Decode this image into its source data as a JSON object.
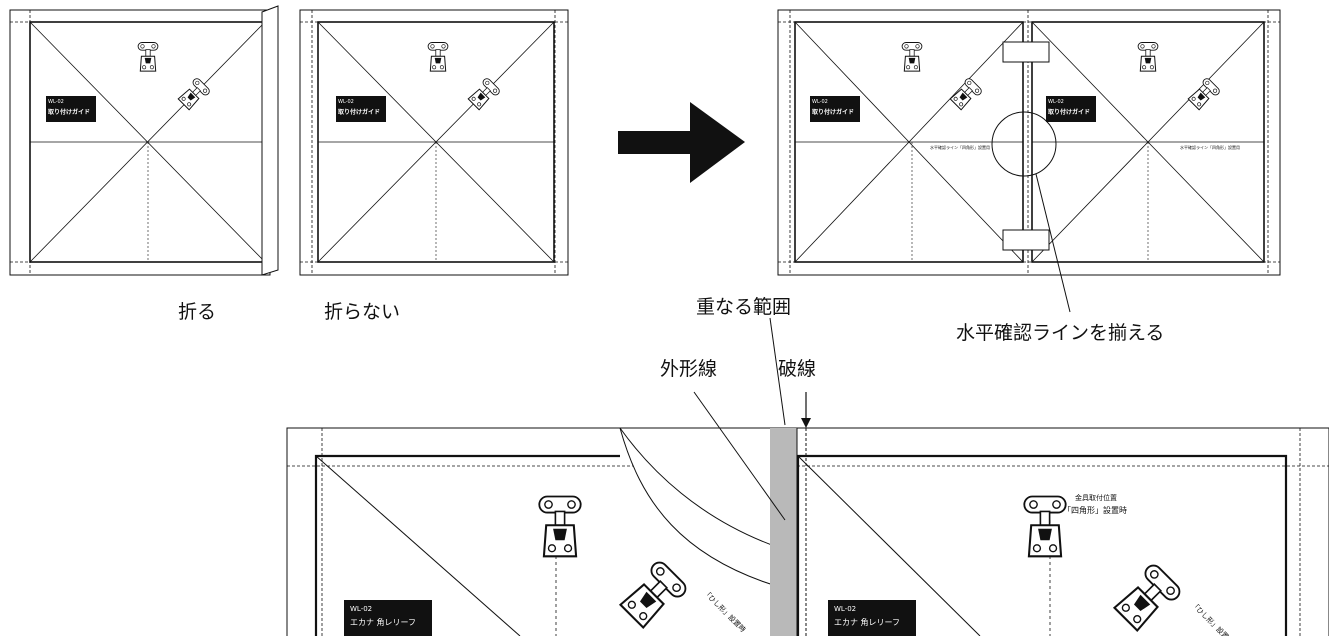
{
  "labels": {
    "fold": "折る",
    "no_fold": "折らない",
    "overlap_range": "重なる範囲",
    "align_horizontal": "水平確認ラインを揃える",
    "outline": "外形線",
    "dashed_line": "破線"
  },
  "sheet": {
    "model": "WL-02",
    "product": "エカナ 角レリーフ",
    "guide_title": "取り付けガイド",
    "square_mount": "「四角形」設置時",
    "diamond_mount": "「ひし形」設置時",
    "fitting_position": "金具取付位置",
    "horizontal_line": "水平確認ライン「四角形」設置用"
  },
  "icons": [
    "right-arrow-icon",
    "bracket-hardware-icon"
  ],
  "colors": {
    "ink": "#111111",
    "overlap_fill": "#b9b9b9",
    "label_bg": "#111111"
  }
}
